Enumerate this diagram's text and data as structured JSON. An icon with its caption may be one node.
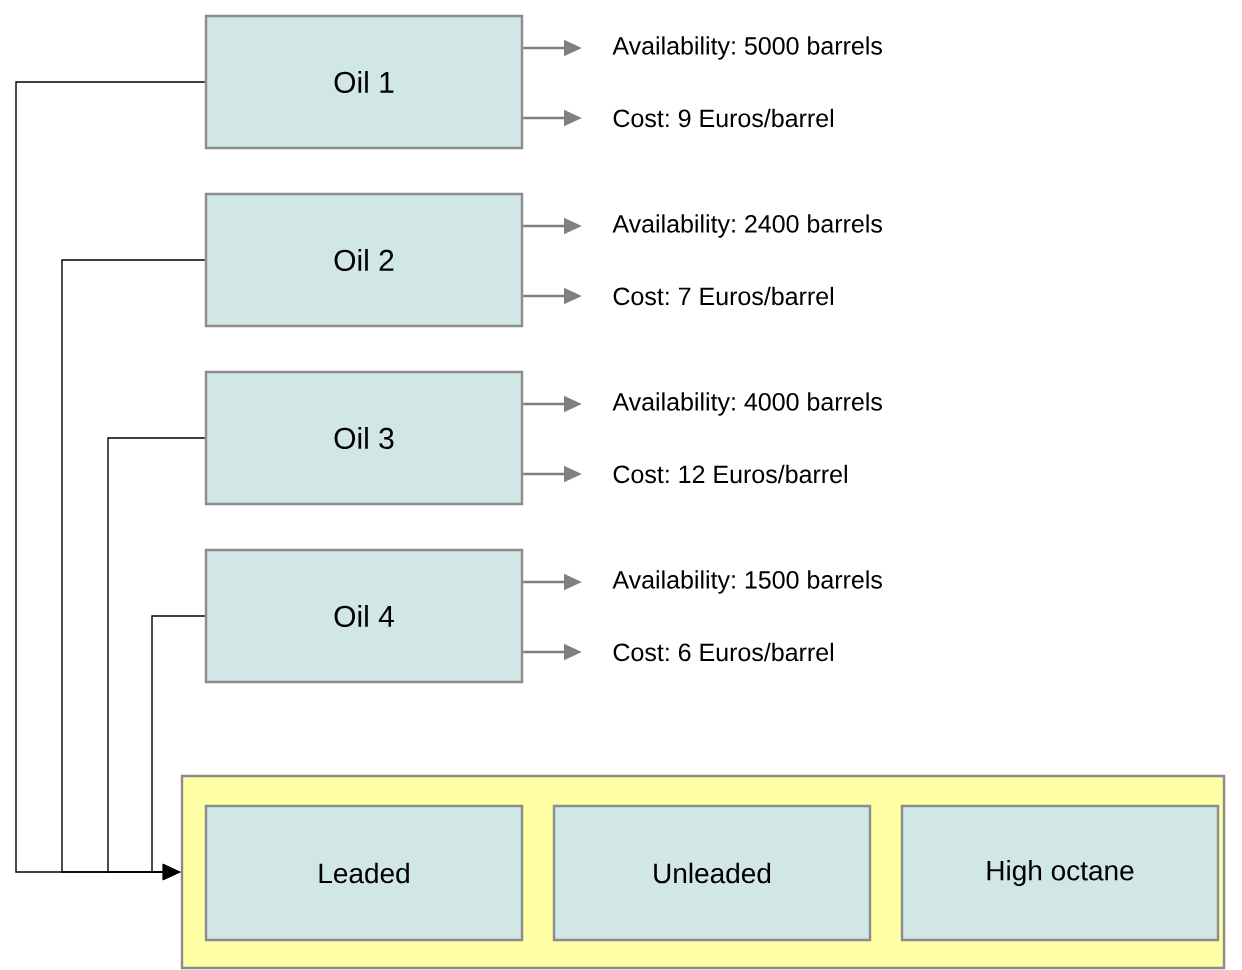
{
  "diagram": {
    "nodes": [
      {
        "text": [
          "Oil 1"
        ]
      },
      {
        "text": [
          "Oil 2"
        ]
      },
      {
        "text": [
          "Oil 3"
        ]
      },
      {
        "text": [
          "Oil 4"
        ]
      },
      {
        "text": [
          "Availability: 5000 barrels"
        ]
      },
      {
        "text": [
          "Cost: 9 Euros/barrel"
        ]
      },
      {
        "text": [
          "Availability: 2400 barrels"
        ]
      },
      {
        "text": [
          "Cost: 7 Euros/barrel"
        ]
      },
      {
        "text": [
          "Availability: 4000 barrels"
        ]
      },
      {
        "text": [
          "Cost: 12 Euros/barrel"
        ]
      },
      {
        "text": [
          "Availability: 1500 barrels"
        ]
      },
      {
        "text": [
          "Cost: 6 Euros/barrel"
        ]
      },
      {
        "text": [],
        "shape": "box"
      },
      {
        "text": [
          "Leaded"
        ],
        "in": 12
      },
      {
        "text": [
          "Unleaded"
        ],
        "in": 12
      },
      {
        "text": [
          "High octane"
        ],
        "in": 12
      }
    ],
    "edges": [
      {
        "from": 0,
        "to": 4,
        "arrow": "to"
      },
      {
        "from": 0,
        "to": 5,
        "arrow": "to"
      },
      {
        "from": 1,
        "to": 6,
        "arrow": "to"
      },
      {
        "from": 1,
        "to": 7,
        "arrow": "to"
      },
      {
        "from": 2,
        "to": 8,
        "arrow": "to"
      },
      {
        "from": 2,
        "to": 9,
        "arrow": "to"
      },
      {
        "from": 3,
        "to": 10,
        "arrow": "to"
      },
      {
        "from": 3,
        "to": 11,
        "arrow": "to"
      },
      {
        "from": 0,
        "to": 12,
        "arrow": "to",
        "color": "#000000"
      },
      {
        "from": 1,
        "to": 12,
        "arrow": "to",
        "color": "#000000"
      },
      {
        "from": 2,
        "to": 12,
        "arrow": "to",
        "color": "#000000"
      },
      {
        "from": 3,
        "to": 12,
        "arrow": "to",
        "color": "#000000"
      }
    ]
  }
}
